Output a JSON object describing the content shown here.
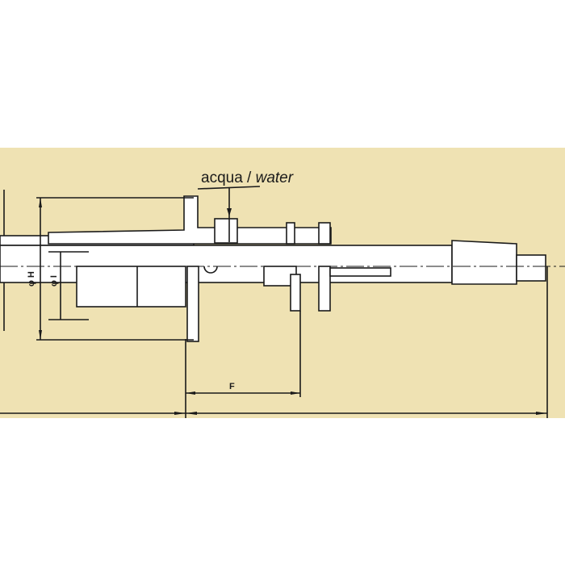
{
  "colors": {
    "background": "#ffffff",
    "band": "#efe2b3",
    "ink": "#1a1a1a"
  },
  "labels": {
    "water_plain": "acqua / ",
    "water_italic": "water",
    "dim_f": "F",
    "dim_h": "φ H",
    "dim_i": "φ I"
  }
}
